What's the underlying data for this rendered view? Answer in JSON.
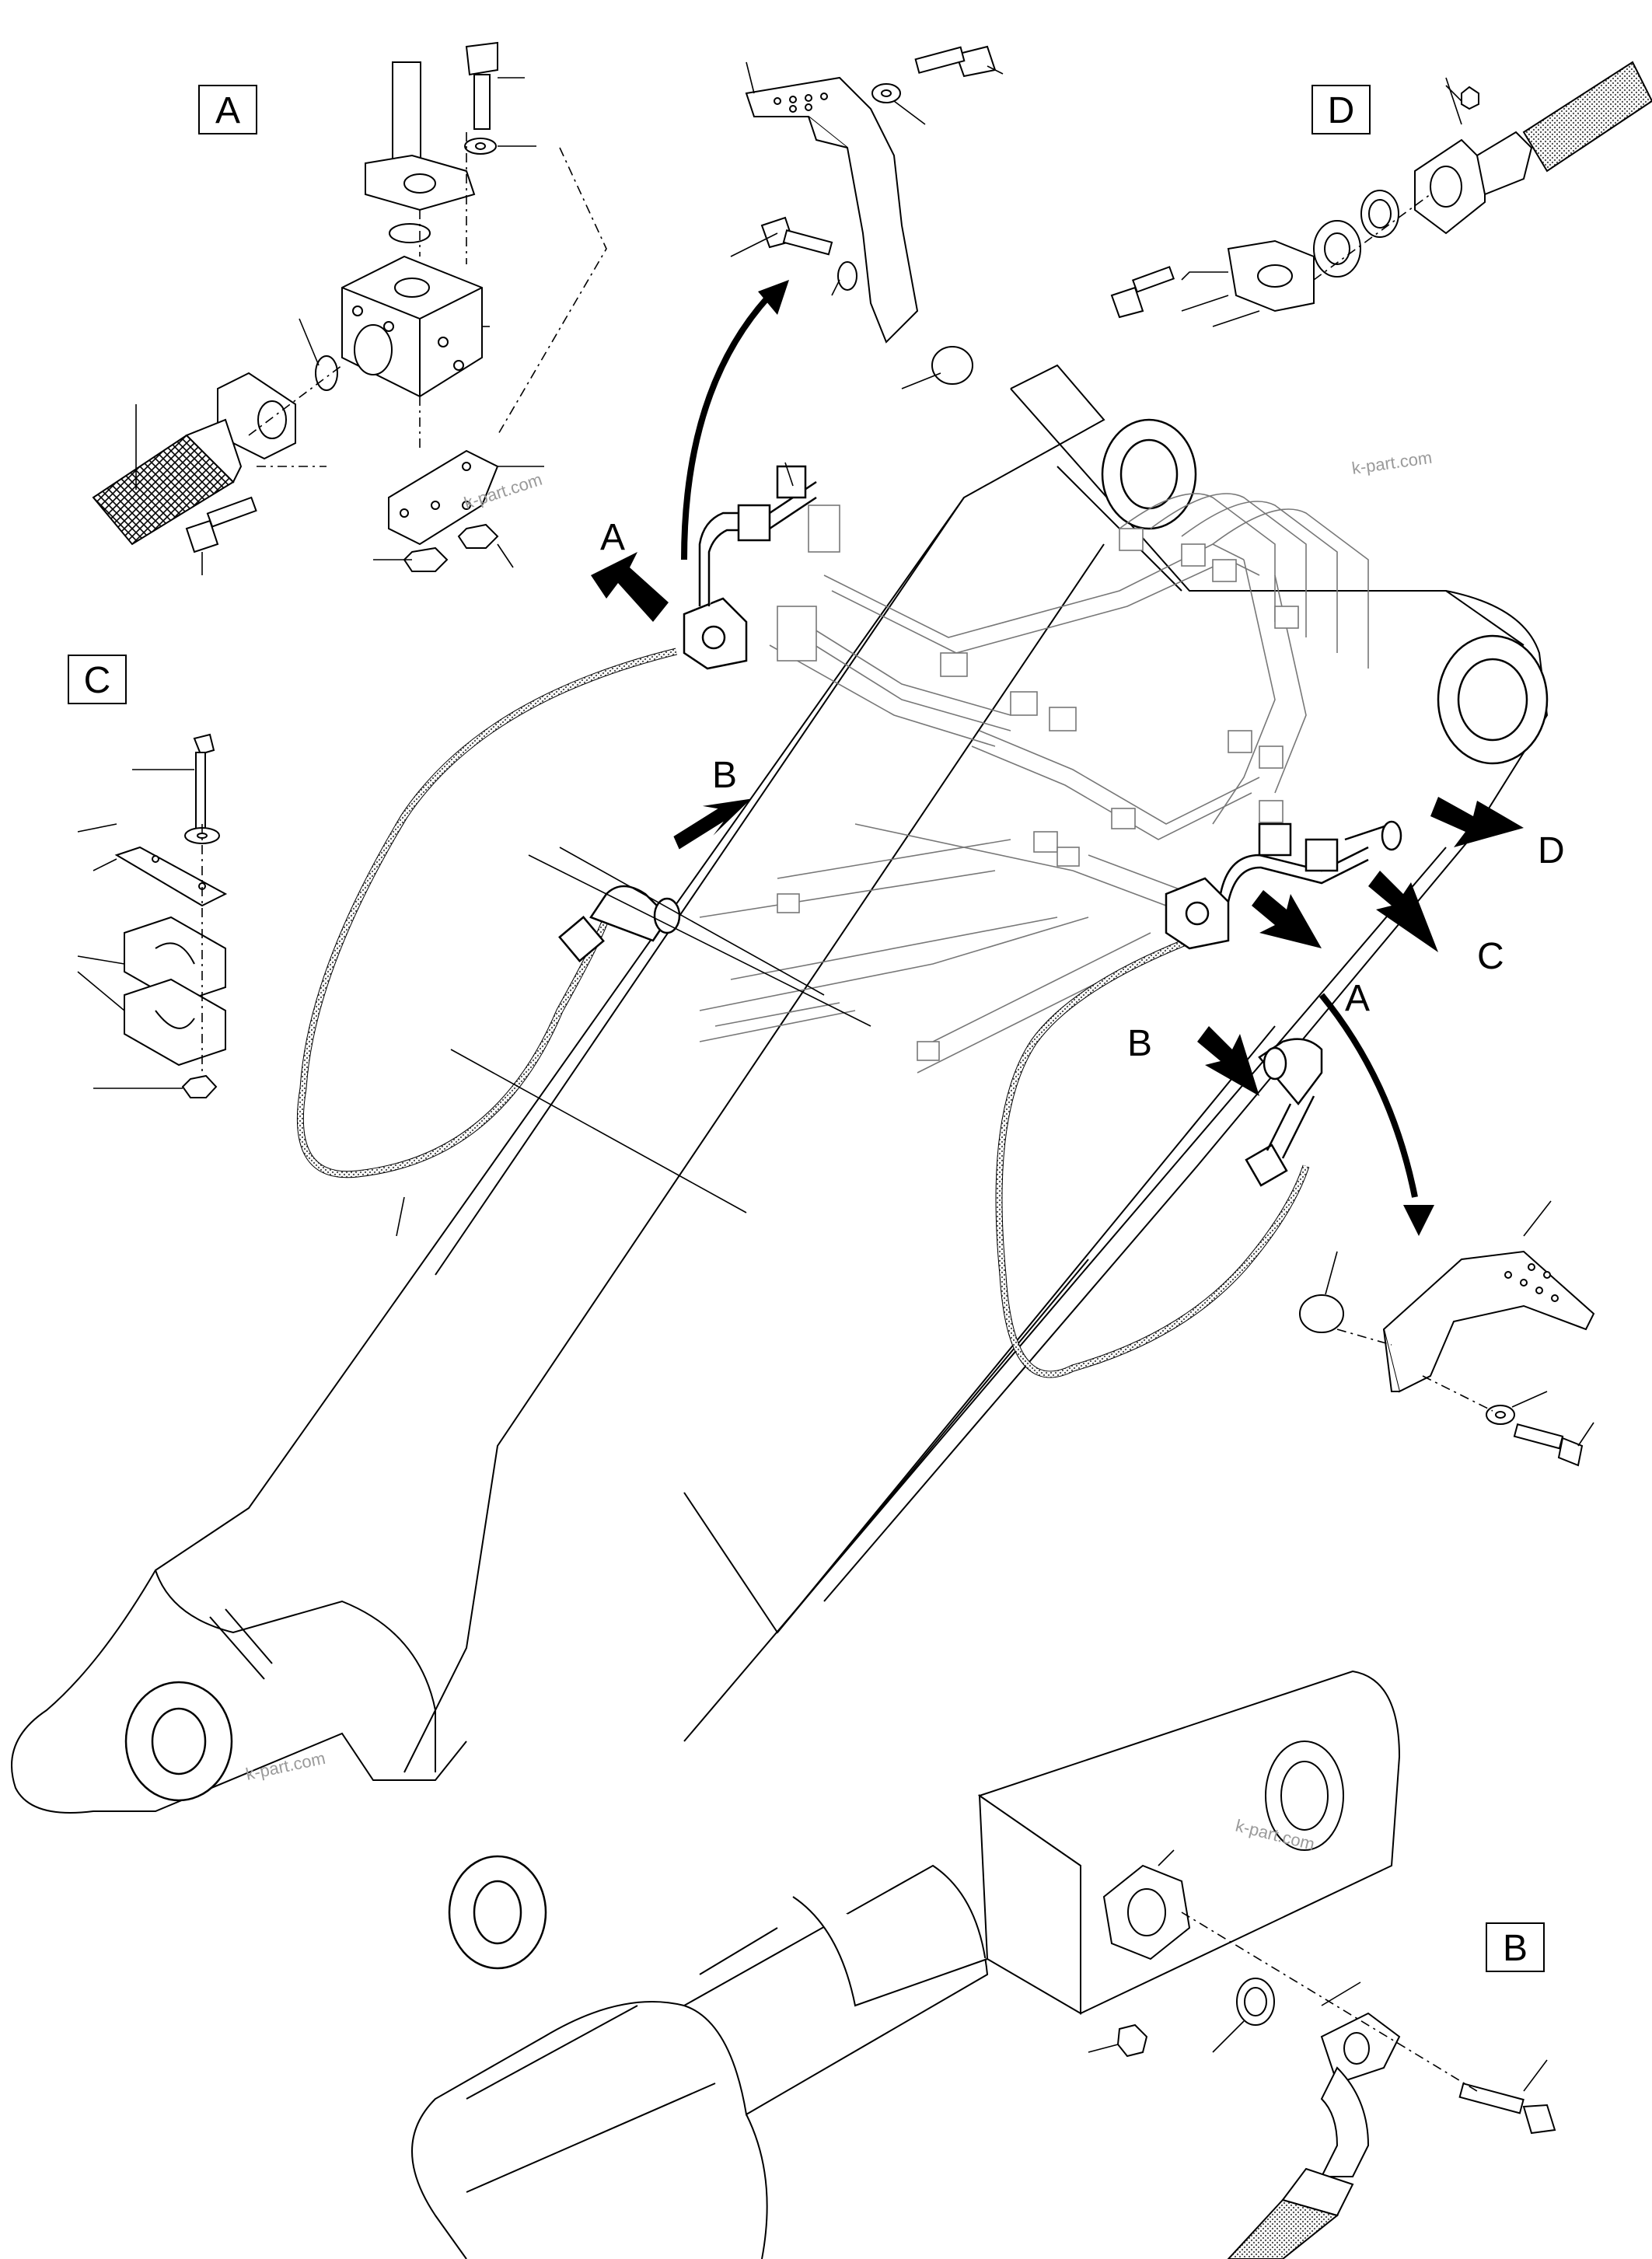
{
  "detail_boxes": {
    "A": "A",
    "B": "B",
    "C": "C",
    "D": "D"
  },
  "callouts": {
    "left_A": "A",
    "left_B": "B",
    "right_A": "A",
    "right_B": "B",
    "right_C": "C",
    "right_D": "D"
  },
  "watermarks": [
    "k-part.com",
    "k-part.com",
    "k-part.com",
    "k-part.com"
  ],
  "colors": {
    "line": "#000000",
    "hose_fill": "#b8b8b8",
    "watermark": "#9a9a9a"
  }
}
